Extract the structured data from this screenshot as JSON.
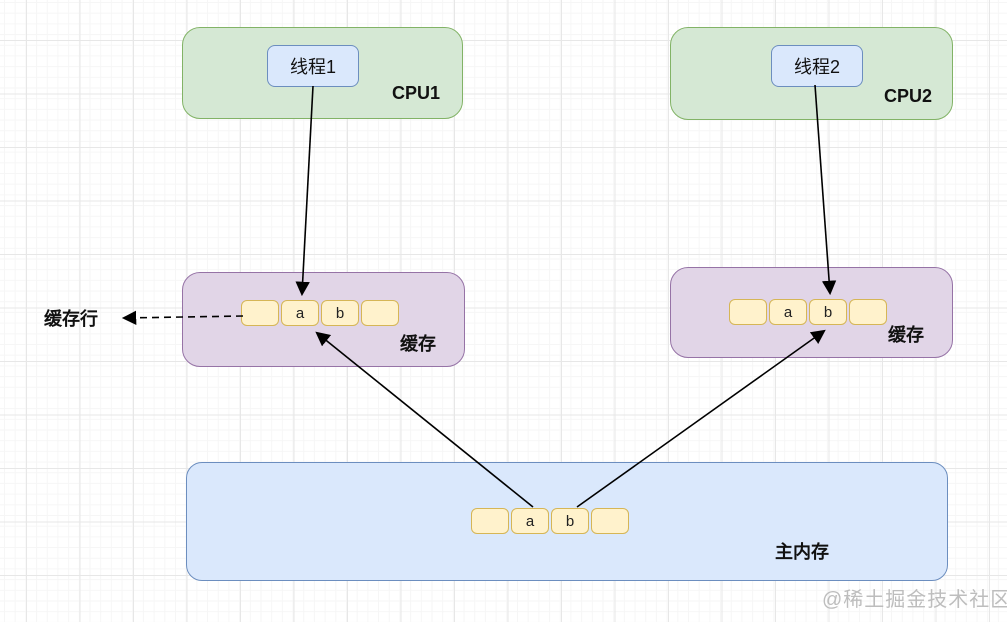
{
  "diagram": {
    "cpu1": {
      "label": "CPU1",
      "thread_label": "线程1"
    },
    "cpu2": {
      "label": "CPU2",
      "thread_label": "线程2"
    },
    "cache1": {
      "label": "缓存",
      "cells": [
        "",
        "a",
        "b",
        ""
      ]
    },
    "cache2": {
      "label": "缓存",
      "cells": [
        "",
        "a",
        "b",
        ""
      ]
    },
    "main_memory": {
      "label": "主内存",
      "cells": [
        "",
        "a",
        "b",
        ""
      ]
    },
    "cache_line_label": "缓存行",
    "watermark": "@稀土掘金技术社区",
    "colors": {
      "cpu_fill": "#d5e8d4",
      "cpu_stroke": "#82b366",
      "cache_fill": "#e1d5e7",
      "cache_stroke": "#9673a6",
      "memory_fill": "#dae8fc",
      "memory_stroke": "#6c8ebf",
      "thread_fill": "#dae8fc",
      "thread_stroke": "#6c8ebf",
      "cell_fill": "#fff2cc",
      "cell_stroke": "#d6b656",
      "arrow": "#000000",
      "watermark_text": "#bdbdbd"
    },
    "connections": [
      {
        "from": "thread1",
        "to": "cache1-cell-a",
        "style": "solid-arrow"
      },
      {
        "from": "thread2",
        "to": "cache2-cell-b",
        "style": "solid-arrow"
      },
      {
        "from": "main-memory-cell-a",
        "to": "cache1-cell-a",
        "style": "solid-arrow"
      },
      {
        "from": "main-memory-cell-b",
        "to": "cache2-cell-b",
        "style": "solid-arrow"
      },
      {
        "from": "cache1-first-cell",
        "to": "cache-line-label",
        "style": "dashed-arrow"
      }
    ]
  }
}
